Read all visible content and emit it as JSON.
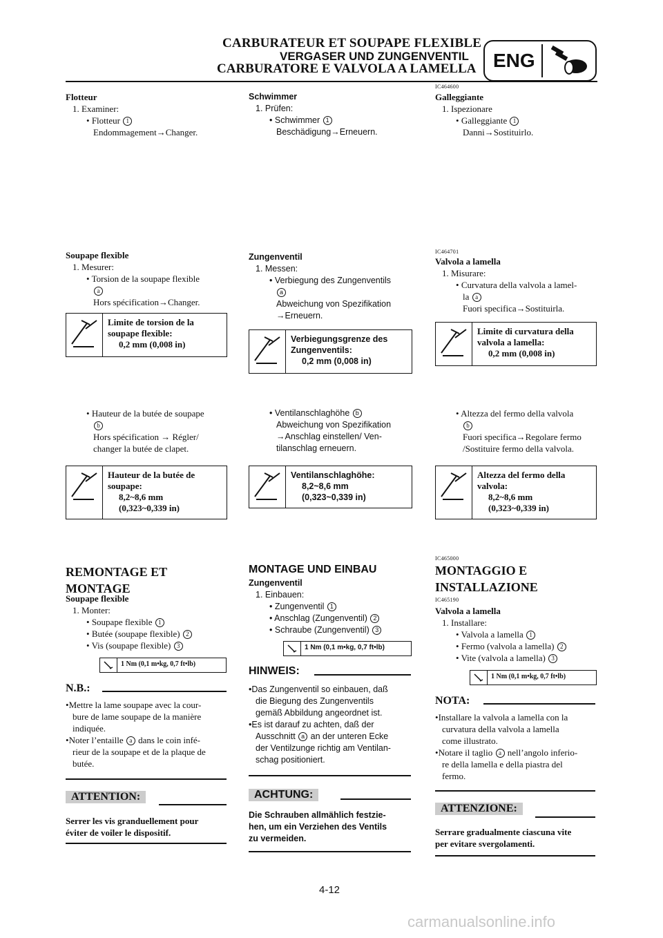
{
  "header": {
    "title_fr": "CARBURATEUR ET SOUPAPE FLEXIBLE",
    "title_de": "VERGASER UND ZUNGENVENTIL",
    "title_it": "CARBURATORE E VALVOLA A LAMELLA",
    "badge": "ENG"
  },
  "codes": {
    "c1": "IC464600",
    "c2": "IC464701",
    "c3": "IC465000",
    "c4": "IC465190"
  },
  "fr": {
    "flotteur": "Flotteur",
    "examiner": "1.  Examiner:",
    "flotteur_item": "Flotteur",
    "flotteur_num": "1",
    "endo": "Endommagement→Changer.",
    "soupape": "Soupape flexible",
    "mesurer": "1.  Mesurer:",
    "torsion1": "Torsion de la soupape flexible",
    "mark_a": "a",
    "hors": "Hors spécification→Changer.",
    "spec1_l1": "Limite de torsion de la",
    "spec1_l2": "soupape flexible:",
    "spec1_l3": "0,2 mm (0,008 in)",
    "hauteur1": "Hauteur de la butée de soupape",
    "mark_b": "b",
    "hors2": "Hors spécification → Régler/",
    "hors3": "changer la butée de clapet.",
    "spec2_l1": "Hauteur de la butée de",
    "spec2_l2": "soupape:",
    "spec2_l3": "8,2~8,6 mm",
    "spec2_l4": "(0,323~0,339 in)",
    "remontage1": "REMONTAGE ET",
    "remontage2": "MONTAGE",
    "soupape2": "Soupape flexible",
    "monter": "1.  Monter:",
    "it1": "Soupape flexible",
    "n1": "1",
    "it2": "Butée (soupape flexible)",
    "n2": "2",
    "it3": "Vis (soupape flexible)",
    "n3": "3",
    "torque": "1 Nm (0,1 m•kg, 0,7 ft•lb)",
    "nb": "N.B.:",
    "nb1a": "Mettre la lame soupape avec la cour-",
    "nb1b": "bure de lame soupape de la manière",
    "nb1c": "indiquée.",
    "nb2a": "Noter l’entaille",
    "nb2b": "dans le coin infé-",
    "nb2c": "rieur de la soupape et de la plaque de",
    "nb2d": "butée.",
    "attention": "ATTENTION:",
    "att1": "Serrer les vis granduellement pour",
    "att2": "éviter de voiler le dispositif."
  },
  "de": {
    "schwimmer": "Schwimmer",
    "pruefen": "1.  Prüfen:",
    "schwimmer_item": "Schwimmer",
    "beschaed": "Beschädigung→Erneuern.",
    "zungen": "Zungenventil",
    "messen": "1.  Messen:",
    "verb1": "Verbiegung des Zungenventils",
    "abw1": "Abweichung von Spezifikation",
    "abw2": "→Erneuern.",
    "spec1_l1": "Verbiegungsgrenze des",
    "spec1_l2": "Zungenventils:",
    "spec1_l3": "0,2 mm (0,008 in)",
    "vent1": "Ventilanschlaghöhe",
    "abw3": "Abweichung von Spezifikation",
    "abw4": "→Anschlag einstellen/ Ven-",
    "abw5": "tilanschlag erneuern.",
    "spec2_l1": "Ventilanschlaghöhe:",
    "spec2_l2": "8,2~8,6 mm",
    "spec2_l3": "(0,323~0,339 in)",
    "montage": "MONTAGE UND EINBAU",
    "zungen2": "Zungenventil",
    "einbauen": "1.  Einbauen:",
    "it1": "Zungenventil",
    "it2": "Anschlag (Zungenventil)",
    "it3": "Schraube (Zungenventil)",
    "hinweis": "HINWEIS:",
    "h1a": "Das Zungenventil so einbauen, daß",
    "h1b": "die Biegung des Zungenventils",
    "h1c": "gemäß Abbildung angeordnet ist.",
    "h2a": "Es ist darauf zu achten, daß der",
    "h2b": "Ausschnitt",
    "h2c": "an der unteren Ecke",
    "h2d": "der Ventilzunge richtig am Ventilan-",
    "h2e": "schag positioniert.",
    "achtung": "ACHTUNG:",
    "ach1": "Die Schrauben allmählich festzie-",
    "ach2": "hen, um ein Verziehen des Ventils",
    "ach3": "zu vermeiden."
  },
  "it": {
    "gall": "Galleggiante",
    "isp": "1.  Ispezionare",
    "gall_item": "Galleggiante",
    "danni": "Danni→Sostituirlo.",
    "valv": "Valvola a lamella",
    "mis": "1.  Misurare:",
    "curv1": "Curvatura della valvola a lamel-",
    "curv2": "la",
    "fuori": "Fuori specifica→Sostituirla.",
    "spec1_l1": "Limite di curvatura della",
    "spec1_l2": "valvola a lamella:",
    "spec1_l3": "0,2 mm (0,008 in)",
    "alt1": "Altezza del fermo della valvola",
    "fuori2": "Fuori specifica→Regolare fermo",
    "fuori3": "/Sostituire fermo della valvola.",
    "spec2_l1": "Altezza del fermo della",
    "spec2_l2": "valvola:",
    "spec2_l3": "8,2~8,6 mm",
    "spec2_l4": "(0,323~0,339 in)",
    "mont1": "MONTAGGIO E",
    "mont2": "INSTALLAZIONE",
    "valv2": "Valvola a lamella",
    "inst": "1.  Installare:",
    "it1": "Valvola a lamella",
    "it2": "Fermo (valvola a lamella)",
    "it3": "Vite (valvola a lamella)",
    "nota": "NOTA:",
    "n1a": "Installare la valvola a lamella con la",
    "n1b": "curvatura della valvola a lamella",
    "n1c": "come illustrato.",
    "n2a": "Notare il taglio",
    "n2b": "nell’angolo inferio-",
    "n2c": "re della lamella e della piastra del",
    "n2d": "fermo.",
    "attenzione": "ATTENZIONE:",
    "at1": "Serrare gradualmente ciascuna vite",
    "at2": "per evitare svergolamenti."
  },
  "footer": {
    "page": "4-12",
    "watermark": "carmanualsonline.info"
  }
}
